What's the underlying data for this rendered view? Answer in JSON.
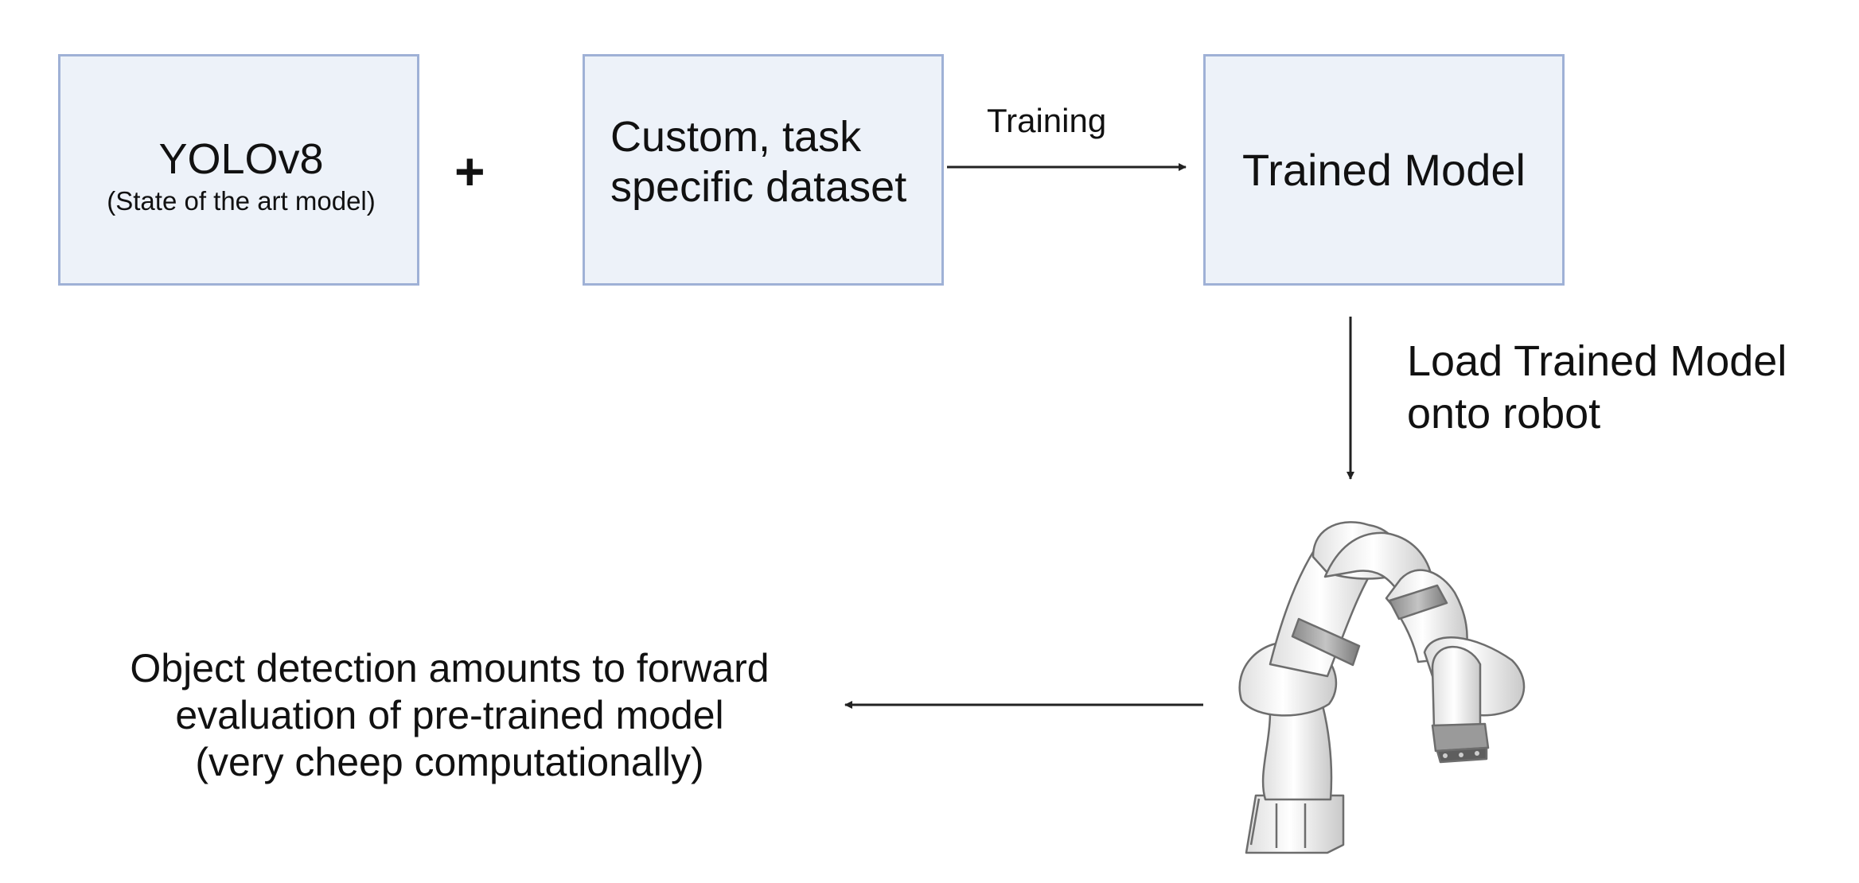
{
  "nodes": {
    "yolo": {
      "title": "YOLOv8",
      "subtitle": "(State of the art model)"
    },
    "dataset": {
      "text": "Custom, task\nspecific dataset"
    },
    "trained": {
      "text": "Trained Model"
    }
  },
  "operators": {
    "plus": "+"
  },
  "edges": {
    "training": "Training",
    "load": "Load Trained Model\nonto robot",
    "detection": "Object detection amounts to forward\nevaluation of pre-trained model\n(very cheep computationally)"
  },
  "illustration": {
    "icon": "robot-arm-icon"
  },
  "colors": {
    "box_fill": "#edf2f9",
    "box_border": "#9fb1d6",
    "arrow": "#222222"
  }
}
